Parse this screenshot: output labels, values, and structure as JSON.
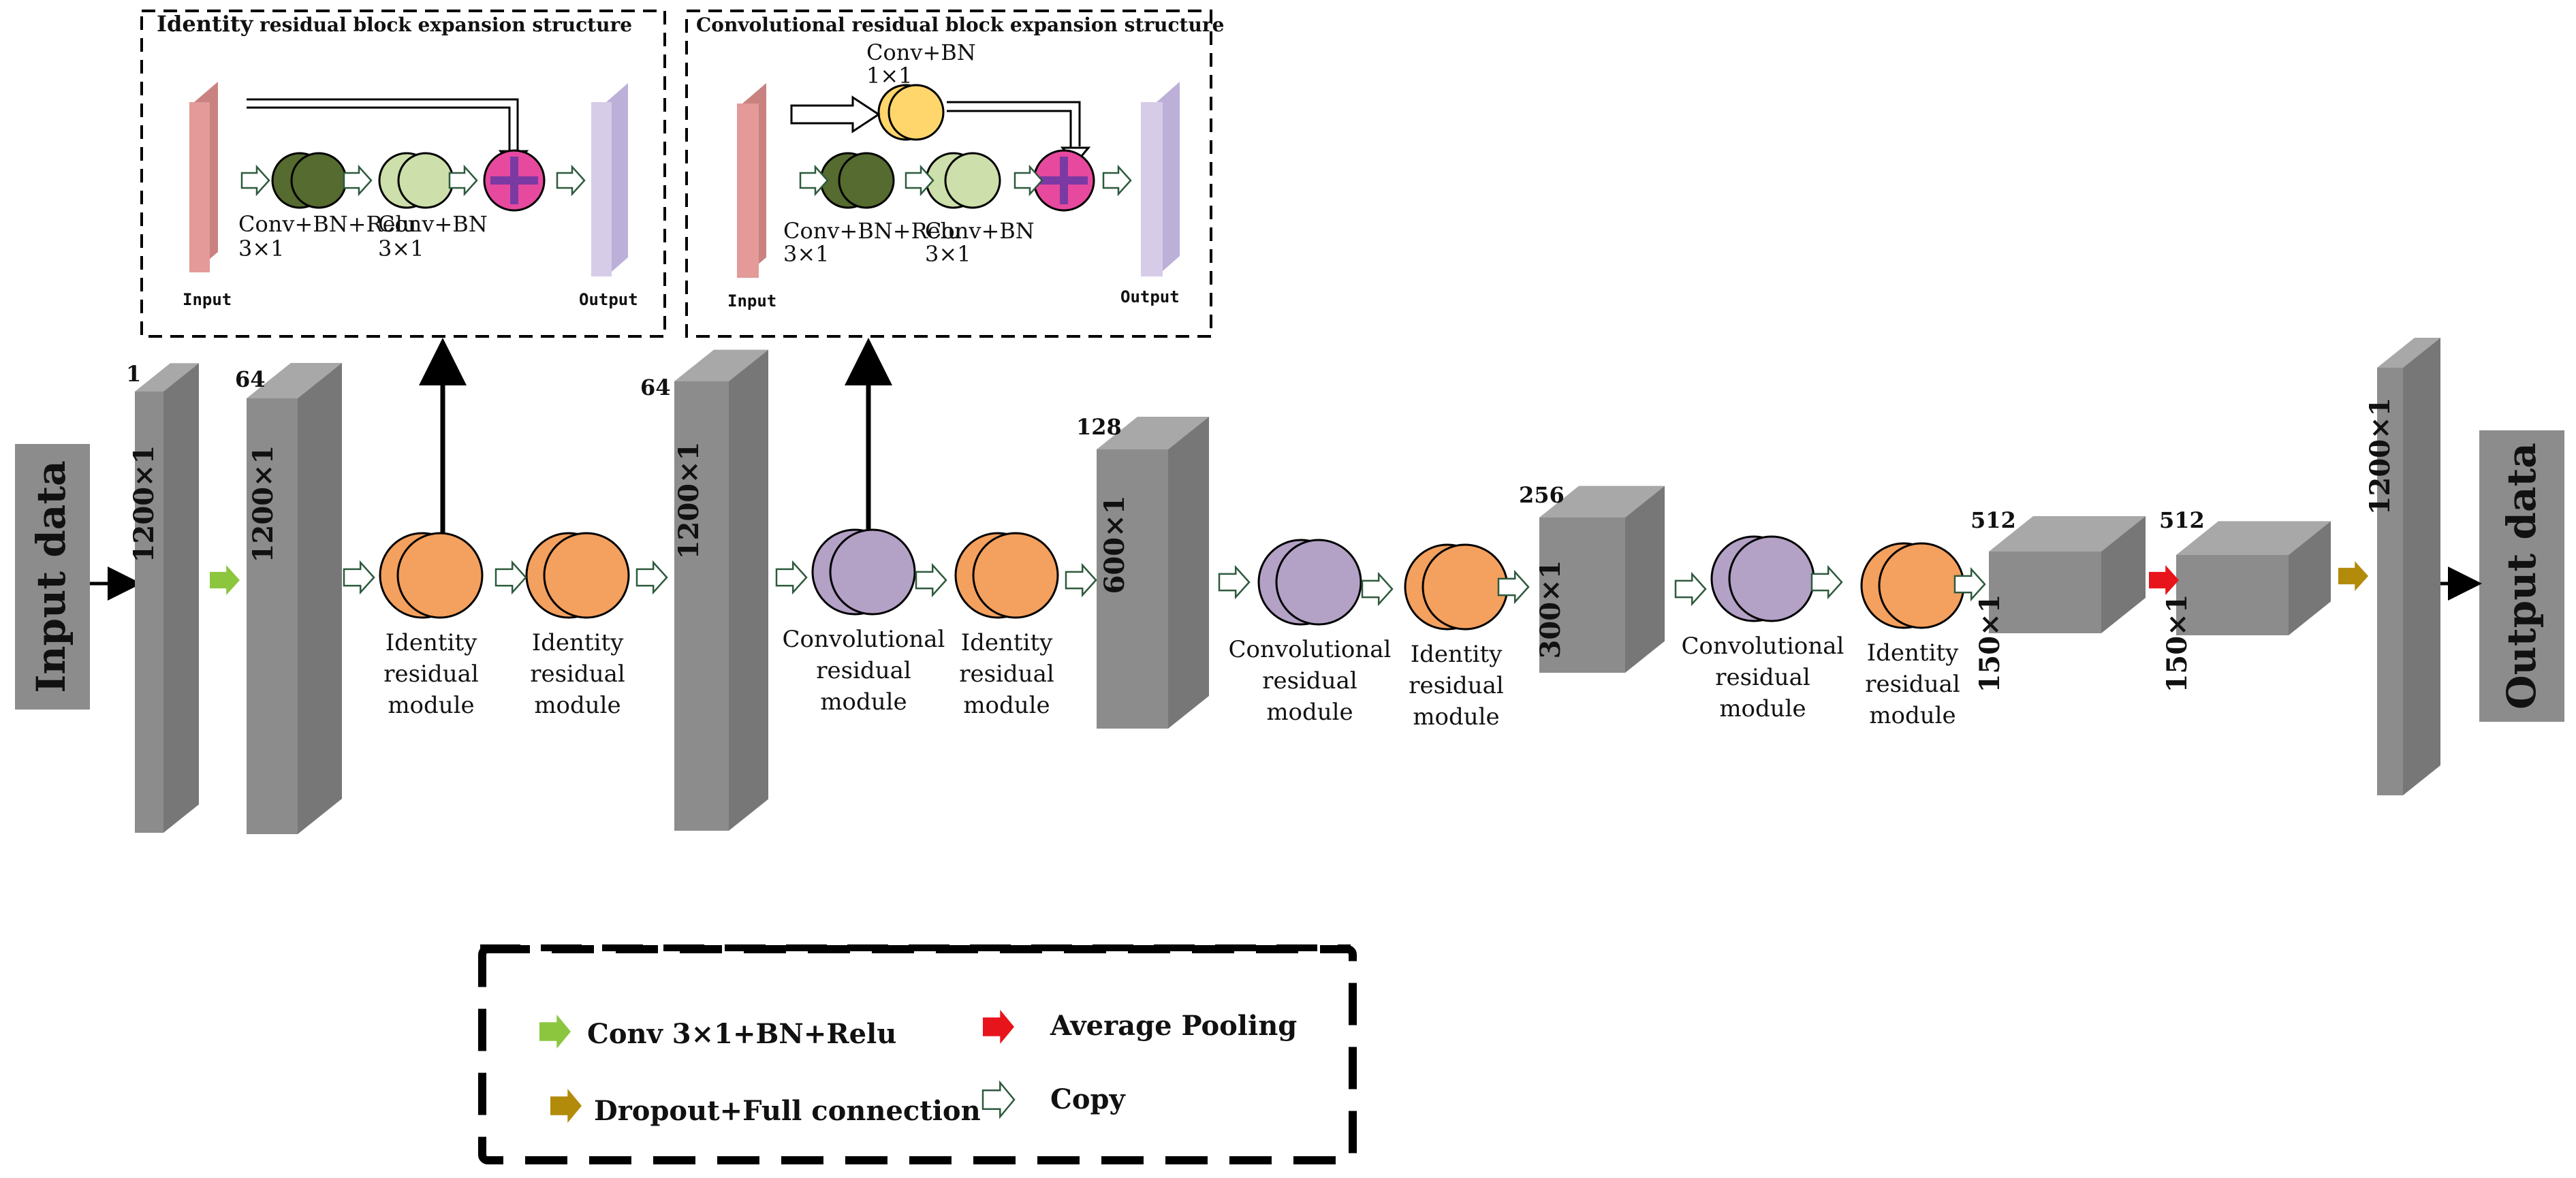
{
  "colors": {
    "block_face": "#8c8c8c",
    "block_side": "#777777",
    "block_top": "#a8a8a8",
    "identity_module": "#f4a05e",
    "conv_module": "#b3a1c6",
    "conv_relu": "#556b2f",
    "conv_bn": "#cddfaa",
    "shortcut_conv": "#ffd66b",
    "add_node": "#e6499e",
    "add_cross": "#7b3aa3",
    "input_slab": "#e39a98",
    "output_slab": "#d6cce8",
    "arrow_green": "#8cc63f",
    "arrow_red": "#e8141b",
    "arrow_olive": "#b38b0a",
    "io_box": "#8c8c8c"
  },
  "io": {
    "input": "Input data",
    "output": "Output data"
  },
  "blocks": [
    {
      "channels": "1",
      "size": "1200×1"
    },
    {
      "channels": "64",
      "size": "1200×1"
    },
    {
      "channels": "64",
      "size": "1200×1"
    },
    {
      "channels": "128",
      "size": "600×1"
    },
    {
      "channels": "256",
      "size": "300×1"
    },
    {
      "channels": "512",
      "size": "150×1"
    },
    {
      "channels": "512",
      "size": "150×1"
    },
    {
      "channels": "",
      "size": "1200×1"
    }
  ],
  "modules": [
    {
      "kind": "identity",
      "label": [
        "Identity",
        "residual",
        "module"
      ]
    },
    {
      "kind": "identity",
      "label": [
        "Identity",
        "residual",
        "module"
      ]
    },
    {
      "kind": "conv",
      "label": [
        "Convolutional",
        "residual",
        "module"
      ]
    },
    {
      "kind": "identity",
      "label": [
        "Identity",
        "residual",
        "module"
      ]
    },
    {
      "kind": "conv",
      "label": [
        "Convolutional",
        "residual",
        "module"
      ]
    },
    {
      "kind": "identity",
      "label": [
        "Identity",
        "residual",
        "module"
      ]
    },
    {
      "kind": "conv",
      "label": [
        "Convolutional",
        "residual",
        "module"
      ]
    },
    {
      "kind": "identity",
      "label": [
        "Identity",
        "residual",
        "module"
      ]
    }
  ],
  "identity_expansion": {
    "title_lead": "Identity",
    "title_rest": " residual block expansion structure",
    "input": "Input",
    "output": "Output",
    "conv1_label": "Conv+BN+Relu",
    "conv1_kernel": "3×1",
    "conv2_label": "Conv+BN",
    "conv2_kernel": "3×1"
  },
  "conv_expansion": {
    "title": "Convolutional residual block expansion structure",
    "input": "Input",
    "output": "Output",
    "shortcut_label": "Conv+BN",
    "shortcut_kernel": "1×1",
    "conv1_label": "Conv+BN+Relu",
    "conv1_kernel": "3×1",
    "conv2_label": "Conv+BN",
    "conv2_kernel": "3×1"
  },
  "legend": {
    "conv": "Conv 3×1+BN+Relu",
    "dropout": "Dropout+Full connection",
    "pooling": "Average Pooling",
    "copy": "Copy"
  }
}
